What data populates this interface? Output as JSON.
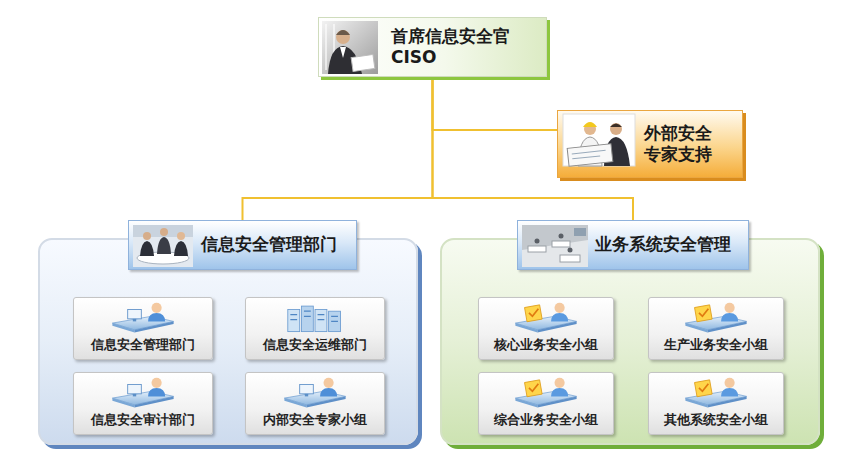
{
  "diagram": {
    "nodes": [
      {
        "text": [
          "首席信息安全官 CISO"
        ]
      },
      {
        "text": [
          "外部安全 专家支持"
        ]
      },
      {
        "text": [
          "信息安全管理部门"
        ]
      },
      {
        "text": [
          "信息安全管理部门"
        ],
        "in": 2
      },
      {
        "text": [
          "信息安全运维部门"
        ],
        "in": 2
      },
      {
        "text": [
          "信息安全审计部门"
        ],
        "in": 2
      },
      {
        "text": [
          "内部安全专家小组"
        ],
        "in": 2
      },
      {
        "text": [
          "业务系统安全管理"
        ]
      },
      {
        "text": [
          "核心业务安全小组"
        ],
        "in": 7
      },
      {
        "text": [
          "生产业务安全小组"
        ],
        "in": 7
      },
      {
        "text": [
          "综合业务安全小组"
        ],
        "in": 7
      },
      {
        "text": [
          "其他系统安全小组"
        ],
        "in": 7
      }
    ],
    "edges": [
      {
        "from": 0,
        "to": 1,
        "arrow": "none"
      },
      {
        "from": 0,
        "to": 2,
        "arrow": "none"
      },
      {
        "from": 0,
        "to": 7,
        "arrow": "none"
      }
    ]
  }
}
